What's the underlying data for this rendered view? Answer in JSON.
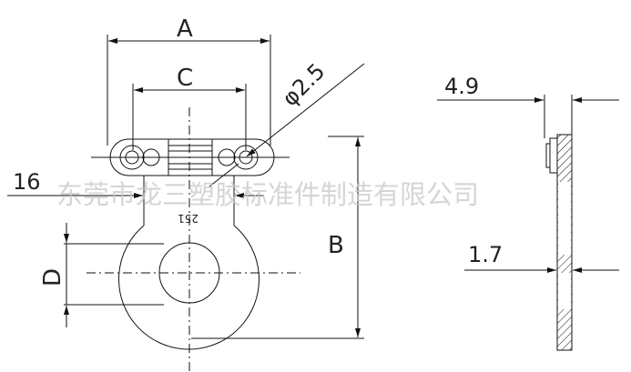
{
  "labels": {
    "A": "A",
    "B": "B",
    "C": "C",
    "D": "D",
    "dim16": "16",
    "phi": "φ2.5",
    "part_mark": "251",
    "dim49": "4.9",
    "dim17": "1.7"
  },
  "watermark": "东莞市龙三塑胶标准件制造有限公司"
}
